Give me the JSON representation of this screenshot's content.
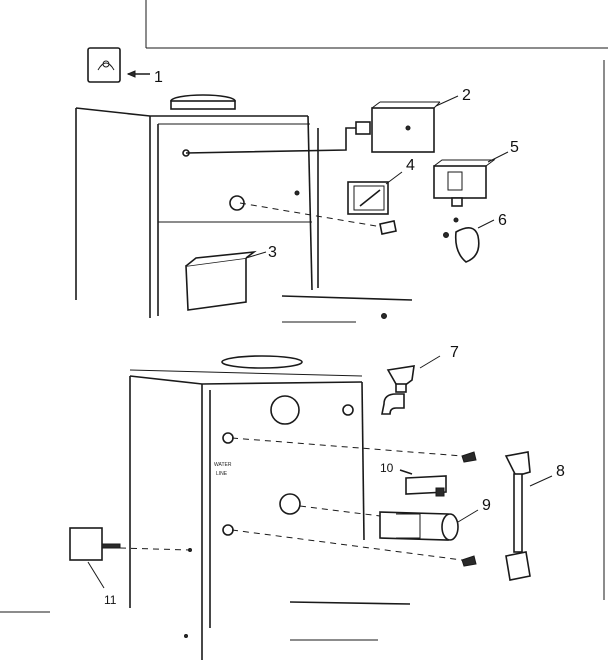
{
  "callouts": {
    "c1": "1",
    "c2": "2",
    "c3": "3",
    "c4": "4",
    "c5": "5",
    "c6": "6",
    "c7": "7",
    "c8": "8",
    "c9": "9",
    "c10": "10",
    "c11": "11"
  },
  "cabinet_label": {
    "line1": "WATER",
    "line2": "LINE"
  }
}
